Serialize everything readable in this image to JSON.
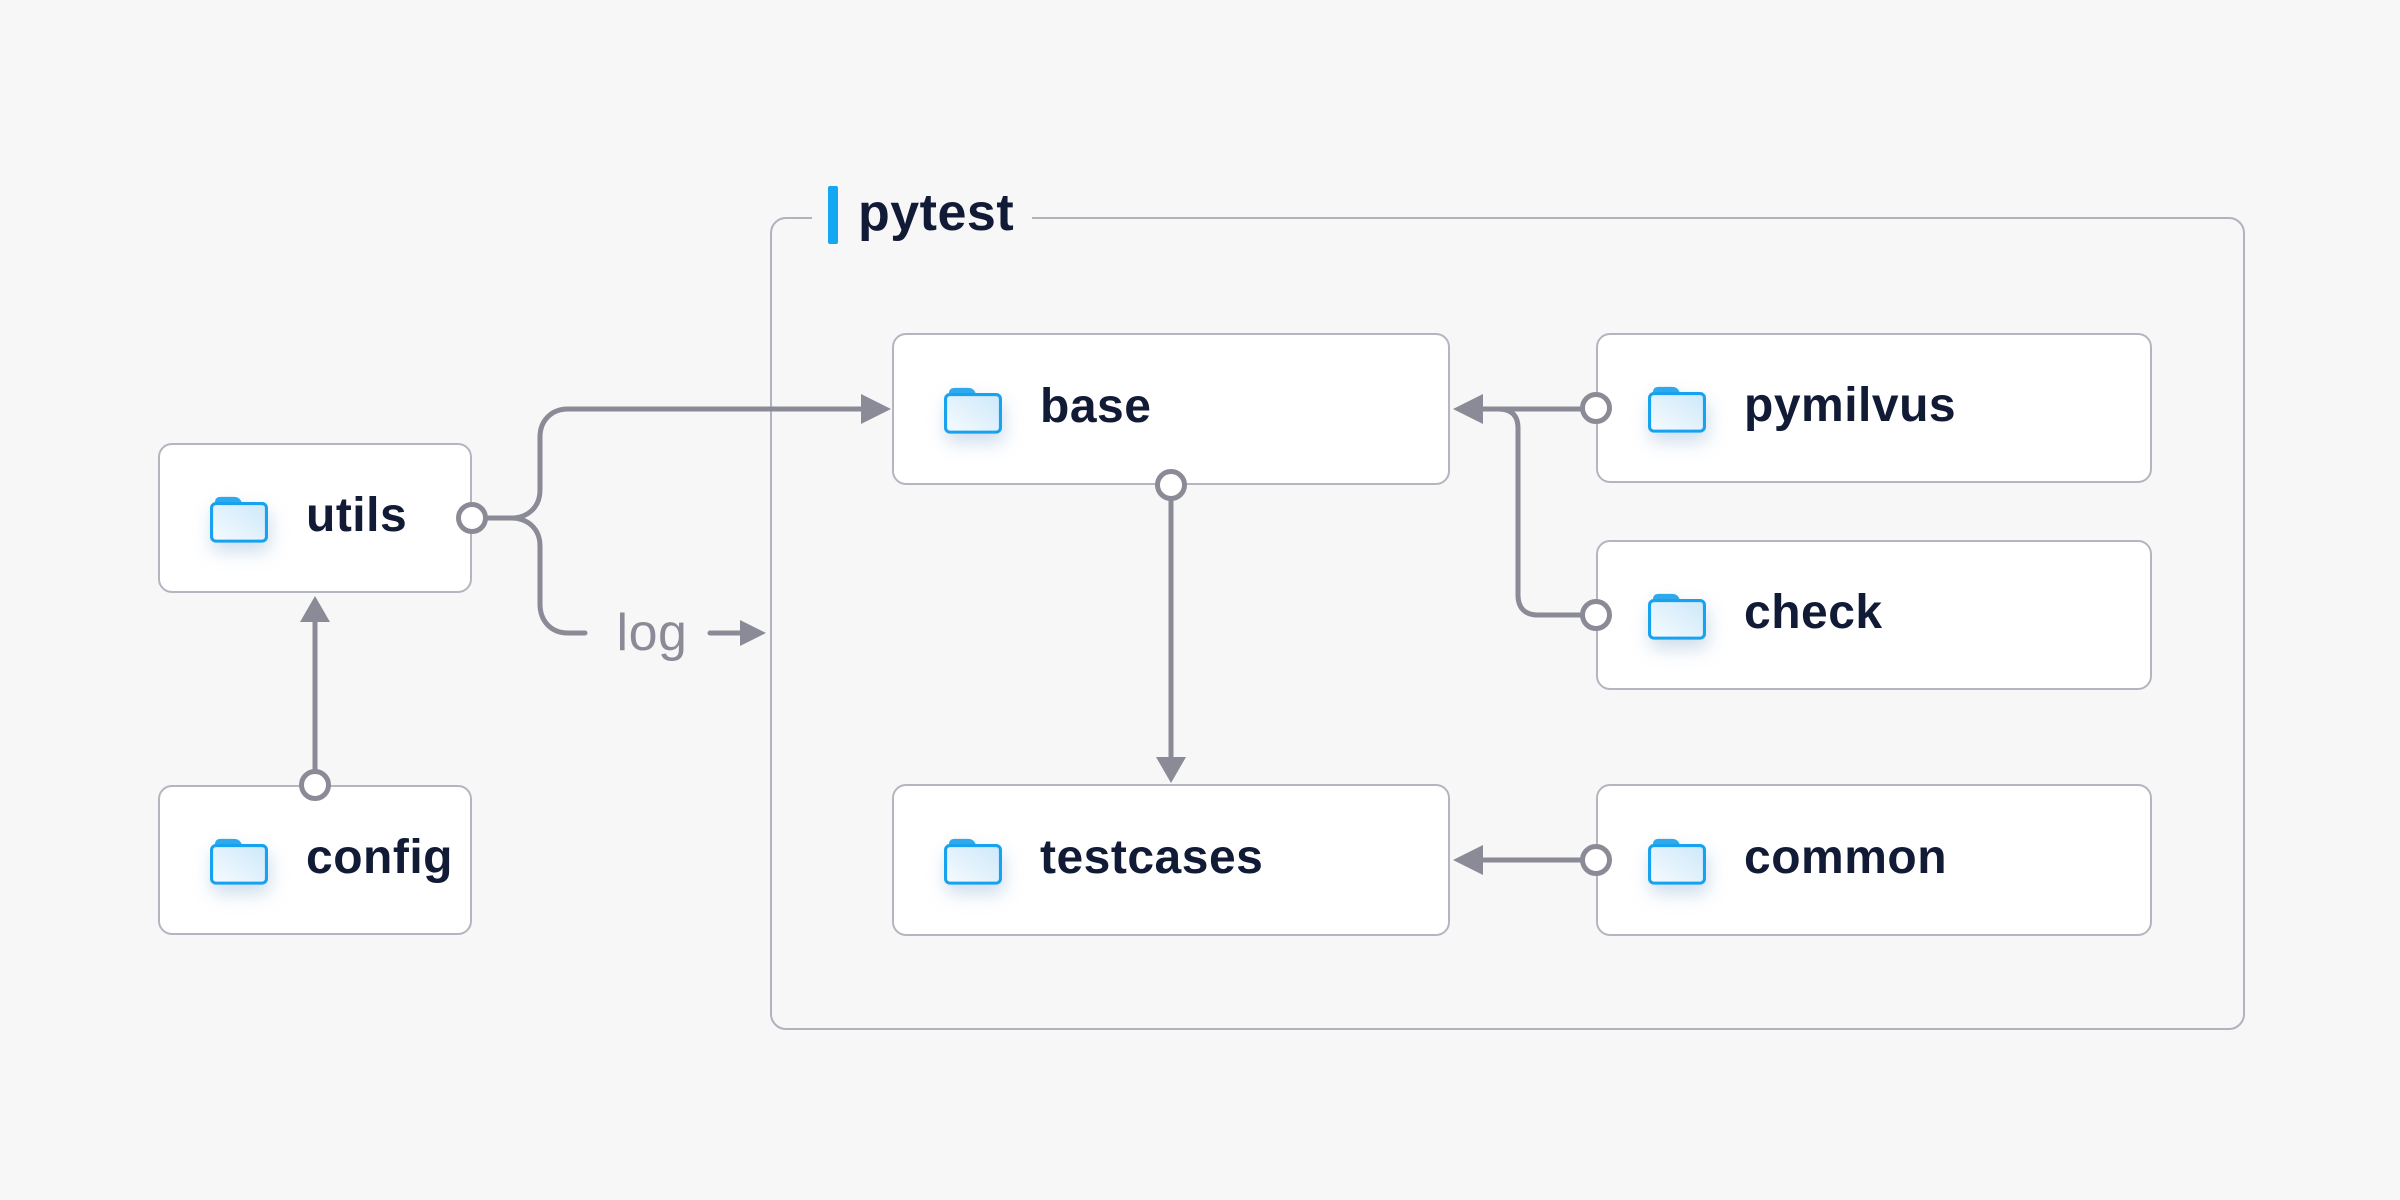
{
  "diagram": {
    "container_label": "pytest",
    "nodes": [
      {
        "id": "utils",
        "label": "utils",
        "icon": "folder-icon"
      },
      {
        "id": "config",
        "label": "config",
        "icon": "folder-icon"
      },
      {
        "id": "base",
        "label": "base",
        "icon": "folder-icon"
      },
      {
        "id": "pymilvus",
        "label": "pymilvus",
        "icon": "folder-icon"
      },
      {
        "id": "check",
        "label": "check",
        "icon": "folder-icon"
      },
      {
        "id": "testcases",
        "label": "testcases",
        "icon": "folder-icon"
      },
      {
        "id": "common",
        "label": "common",
        "icon": "folder-icon"
      }
    ],
    "edges": [
      {
        "from": "utils",
        "to": "base",
        "label": ""
      },
      {
        "from": "utils",
        "to": "pytest",
        "label": "log"
      },
      {
        "from": "config",
        "to": "utils",
        "label": ""
      },
      {
        "from": "base",
        "to": "testcases",
        "label": ""
      },
      {
        "from": "pymilvus",
        "to": "base",
        "label": ""
      },
      {
        "from": "check",
        "to": "base",
        "label": ""
      },
      {
        "from": "common",
        "to": "testcases",
        "label": ""
      }
    ],
    "colors": {
      "background": "#f7f7f8",
      "node_fill": "#ffffff",
      "node_border": "#b5b5bf",
      "connector": "#8a8b96",
      "accent_blue": "#14a7f2",
      "label_text": "#111b36",
      "edge_label_text": "#8a8b96",
      "folder_blue": "#17a2f0"
    }
  }
}
